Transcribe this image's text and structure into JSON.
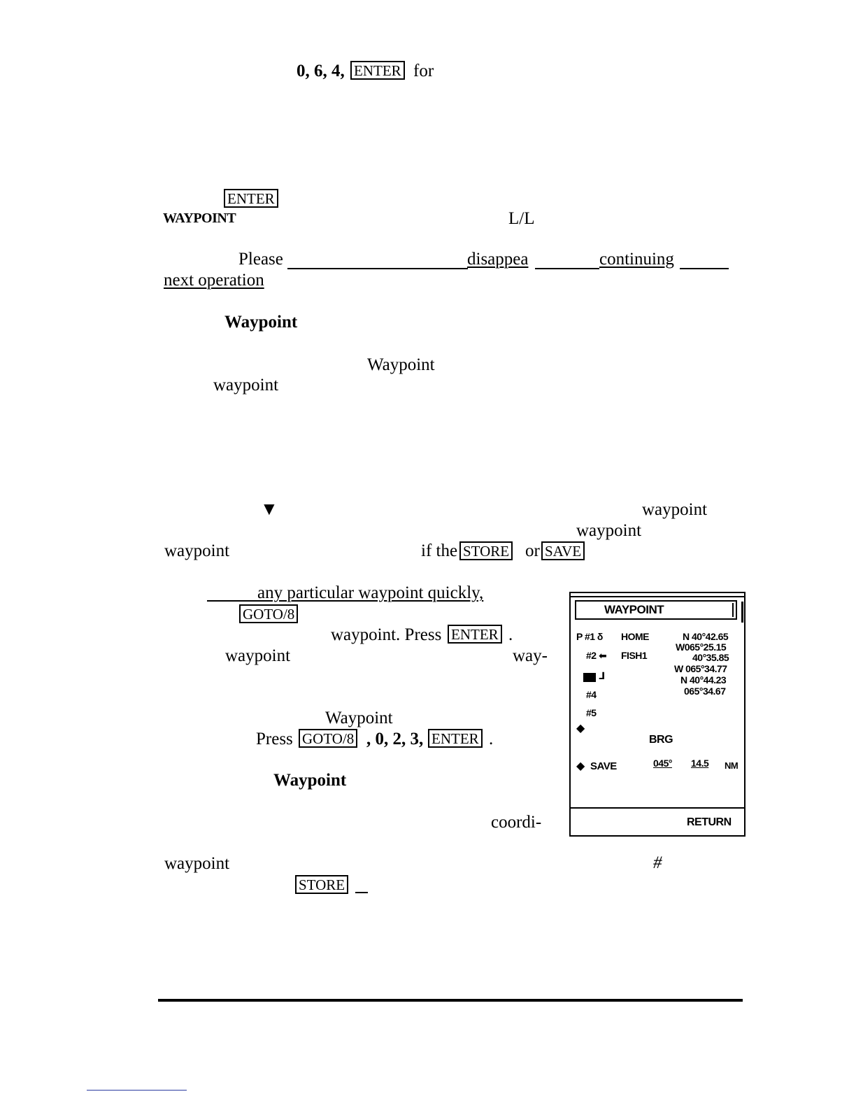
{
  "lines": {
    "line1_keys_prefix": "0, 6, 4,",
    "line1_suffix": "for",
    "waypoint_caps": "WAYPOINT",
    "ll": "L/L",
    "please": "Please",
    "disappea": "disappea",
    "continuing": "continuing",
    "next_operation": "next operation",
    "waypoint_bold_1": "Waypoint",
    "waypoint_2": "Waypoint",
    "waypoint_3": "waypoint",
    "waypoint_4": "waypoint",
    "waypoint_5": "waypoint",
    "waypoint_6": "waypoint",
    "if_the": "if the",
    "or": "or",
    "any_particular": "any particular waypoint quickly,",
    "waypoint_press": "waypoint. Press",
    "dot_after_enter": ".",
    "waypoint_7": "waypoint",
    "way_dash": "way-",
    "waypoint_8": "Waypoint",
    "press": "Press",
    "keys_023": ", 0, 2, 3,",
    "dot_after_enter2": ".",
    "waypoint_bold_2": "Waypoint",
    "coordi": "coordi-",
    "waypoint_9": "waypoint",
    "hash": "#"
  },
  "keys": {
    "enter": "ENTER",
    "store": "STORE",
    "save": "SAVE",
    "goto": "GOTO/8"
  },
  "down_arrow_icon": "▼",
  "lcd": {
    "title": "WAYPOINT",
    "row1_prefix": "P  #1 δ",
    "row1_name": "HOME",
    "row1_lat": "N 40°42.65",
    "row1_lon": "W065°25.15",
    "row2_prefix": "#2 ⬅",
    "row2_name": "FISH1",
    "row2_lat": "40°35.85",
    "row2_lon": "W 065°34.77",
    "row3_lat": "N 40°44.23",
    "row3_lon": "065°34.67",
    "row4": "#4",
    "row5": "#5",
    "brg_label": "BRG",
    "save_label": "SAVE",
    "brg_value": "045°",
    "dist_value": "14.5",
    "dist_unit": "NM",
    "return_label": "RETURN"
  }
}
